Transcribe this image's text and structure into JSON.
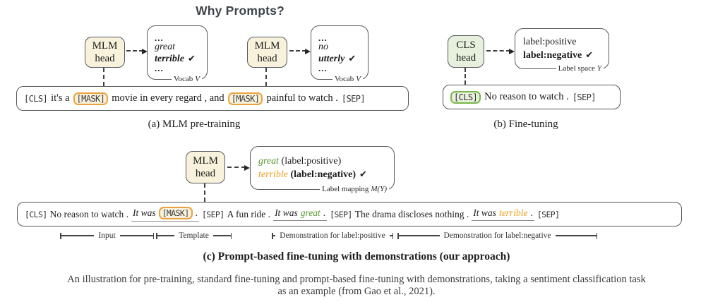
{
  "title": "Why Prompts?",
  "colors": {
    "title": "#3d444b",
    "box-border": "#55585c",
    "mlm-fill": "#f8f2dc",
    "cls-fill": "#e6f0dd",
    "mask-border": "#eba23f",
    "cls-border": "#7ab74a",
    "positive-green": "#55952f",
    "negative-orange": "#ee9d1e",
    "dash": "#3f3f3f",
    "text": "#1c1c1c"
  },
  "panel_a": {
    "caption": "(a) MLM pre-training",
    "head1": {
      "line1": "MLM",
      "line2": "head"
    },
    "head2": {
      "line1": "MLM",
      "line2": "head"
    },
    "vocab1": {
      "dots_top": "...",
      "item1": "great",
      "item2": "terrible",
      "check": "✔",
      "dots_bottom": "...",
      "label_text": "Vocab",
      "label_symbol": "V"
    },
    "vocab2": {
      "dots_top": "...",
      "item1": "no",
      "item2": "utterly",
      "check": "✔",
      "dots_bottom": "...",
      "label_text": "Vocab",
      "label_symbol": "V"
    },
    "sentence": {
      "cls": "[CLS]",
      "t1": "it's a",
      "mask1": "[MASK]",
      "t2": "movie in every regard , and",
      "mask2": "[MASK]",
      "t3": "painful to watch .",
      "sep": "[SEP]"
    }
  },
  "panel_b": {
    "caption": "(b) Fine-tuning",
    "head": {
      "line1": "CLS",
      "line2": "head"
    },
    "label_space": {
      "item1": "label:positive",
      "item2": "label:negative",
      "check": "✔",
      "label_text": "Label space",
      "label_symbol": "Y"
    },
    "sentence": {
      "cls": "[CLS]",
      "t1": "No reason to watch .",
      "sep": "[SEP]"
    }
  },
  "panel_c": {
    "caption": "(c) Prompt-based fine-tuning with demonstrations (our approach)",
    "head": {
      "line1": "MLM",
      "line2": "head"
    },
    "label_mapping": {
      "word1": "great",
      "map1": "(label:positive)",
      "word2": "terrible",
      "map2": "(label:negative)",
      "check": "✔",
      "label_text": "Label mapping",
      "label_symbol": "M(Y)"
    },
    "sentence": {
      "cls": "[CLS]",
      "t1": "No reason to watch .",
      "tpl_italic": "It was",
      "mask": "[MASK]",
      "tpl_period": ".",
      "sep1": "[SEP]",
      "t2": "A fun ride .",
      "demo1_pre": "It was",
      "demo1_word": "great",
      "demo1_period": ".",
      "sep2": "[SEP]",
      "t3": "The drama discloses nothing .",
      "demo2_pre": "It was",
      "demo2_word": "terrible",
      "demo2_period": ".",
      "sep3": "[SEP]"
    },
    "brackets": {
      "input": "Input",
      "template": "Template",
      "demo_pos": "Demonstration for label:positive",
      "demo_neg": "Demonstration for label:negative"
    }
  },
  "figure_caption": {
    "line1": "An illustration for pre-training, standard fine-tuning and prompt-based fine-tuning with demonstrations, taking a sentiment classification task",
    "line2": "as an example (from Gao et al., 2021)."
  }
}
